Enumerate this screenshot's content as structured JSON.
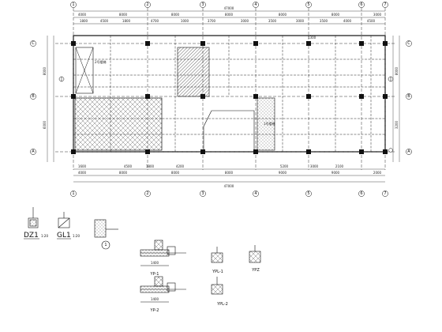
{
  "plan": {
    "top_total": "47000",
    "top_bays": [
      "4000",
      "8000",
      "8000",
      "8000",
      "8000",
      "8000",
      "3000"
    ],
    "top_sub": [
      "1800",
      "4500",
      "1800",
      "4700",
      "1000",
      "3700",
      "3000",
      "3500",
      "3000",
      "3500",
      "4000",
      "4500"
    ],
    "bottom_total": "47000",
    "bottom_bays": [
      "4000",
      "8000",
      "8000",
      "8000",
      "9000",
      "9000",
      "2000"
    ],
    "bottom_sub": [
      "1600",
      "4500",
      "1800",
      "4200",
      "5200",
      "3000",
      "2100"
    ],
    "left_dims": [
      "8000",
      "6000"
    ],
    "right_dims": [
      "8000",
      "3200"
    ],
    "col_axes": [
      "1",
      "2",
      "3",
      "4",
      "5",
      "6",
      "7"
    ],
    "row_axes": [
      "C",
      "B",
      "A"
    ],
    "note_stair": "2号楼梯",
    "note_stair2": "1号楼梯",
    "note_top": "1300",
    "hatch_colors": {
      "grid": "#444444",
      "dense": "#222222"
    }
  },
  "details": {
    "dz1": {
      "title": "DZ1",
      "scale": "1:20"
    },
    "gl1": {
      "title": "GL1",
      "scale": "1:20"
    },
    "circle_mark": "1",
    "yp1": {
      "title": "YP-1",
      "dim": "1400"
    },
    "yp2": {
      "title": "YP-2",
      "dim": "1400"
    },
    "ypl1": {
      "title": "YPL-1"
    },
    "ypl2": {
      "title": "YPL-2"
    },
    "ypz": {
      "title": "YPZ"
    }
  }
}
